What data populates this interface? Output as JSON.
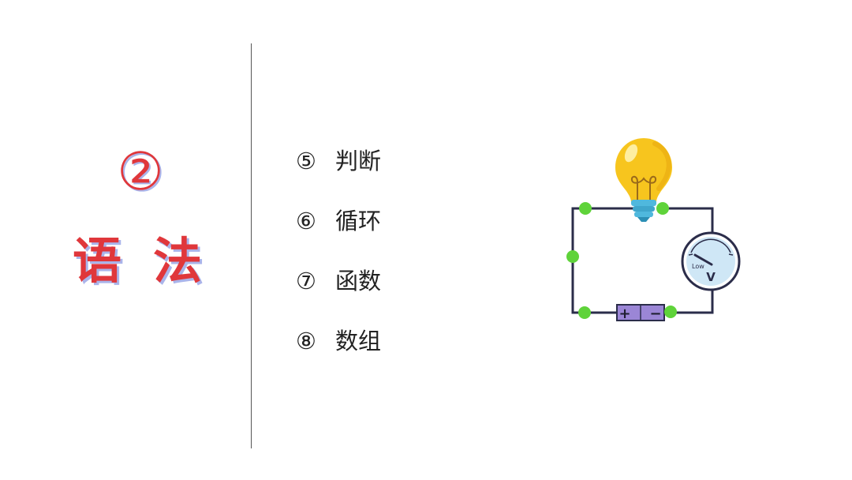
{
  "section": {
    "number": "②",
    "title_chars": [
      "语",
      "法"
    ]
  },
  "topics": [
    {
      "num": "⑤",
      "label": "判断"
    },
    {
      "num": "⑥",
      "label": "循环"
    },
    {
      "num": "⑦",
      "label": "函数"
    },
    {
      "num": "⑧",
      "label": "数组"
    }
  ],
  "illustration": {
    "meter_label": "Low",
    "meter_unit": "V",
    "battery_plus": "+",
    "battery_minus": "−",
    "colors": {
      "wire": "#2b2d4a",
      "node": "#5fd33a",
      "bulb": "#f7c51e",
      "bulb_base": "#4fb8dd",
      "meter_face": "#cfe7f6",
      "battery": "#9b86d6"
    }
  }
}
